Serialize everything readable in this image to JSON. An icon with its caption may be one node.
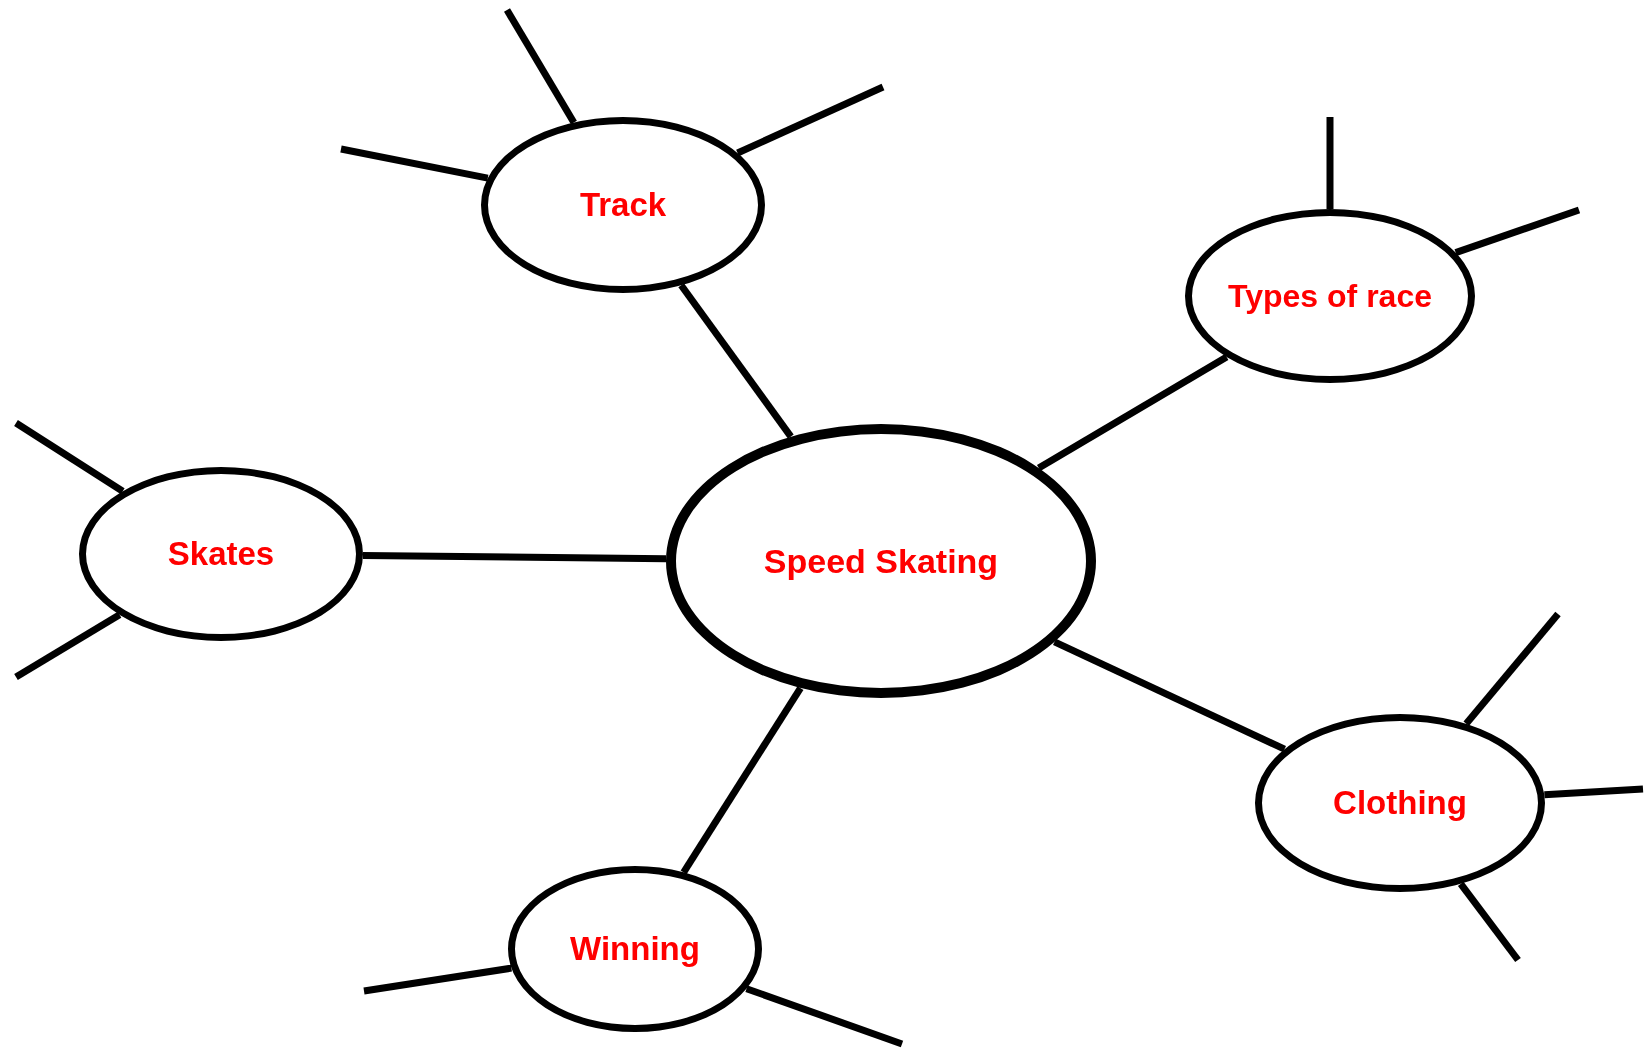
{
  "diagram": {
    "nodes": [
      {
        "text": [
          "Speed Skating"
        ]
      },
      {
        "text": [
          "Track"
        ]
      },
      {
        "text": [
          "Types of race"
        ]
      },
      {
        "text": [
          "Skates"
        ]
      },
      {
        "text": [
          "Clothing"
        ]
      },
      {
        "text": [
          "Winning"
        ]
      }
    ],
    "edges": [
      {
        "from": 0,
        "to": 1,
        "arrow": "none"
      },
      {
        "from": 0,
        "to": 2,
        "arrow": "none"
      },
      {
        "from": 0,
        "to": 3,
        "arrow": "none"
      },
      {
        "from": 0,
        "to": 4,
        "arrow": "none"
      },
      {
        "from": 0,
        "to": 5,
        "arrow": "none"
      },
      {
        "from": 1,
        "to": null,
        "arrow": "none"
      },
      {
        "from": 1,
        "to": null,
        "arrow": "none"
      },
      {
        "from": 1,
        "to": null,
        "arrow": "none"
      },
      {
        "from": 2,
        "to": null,
        "arrow": "none"
      },
      {
        "from": 2,
        "to": null,
        "arrow": "none"
      },
      {
        "from": 3,
        "to": null,
        "arrow": "none"
      },
      {
        "from": 3,
        "to": null,
        "arrow": "none"
      },
      {
        "from": 4,
        "to": null,
        "arrow": "none"
      },
      {
        "from": 4,
        "to": null,
        "arrow": "none"
      },
      {
        "from": 4,
        "to": null,
        "arrow": "none"
      },
      {
        "from": 5,
        "to": null,
        "arrow": "none"
      },
      {
        "from": 5,
        "to": null,
        "arrow": "none"
      }
    ]
  }
}
